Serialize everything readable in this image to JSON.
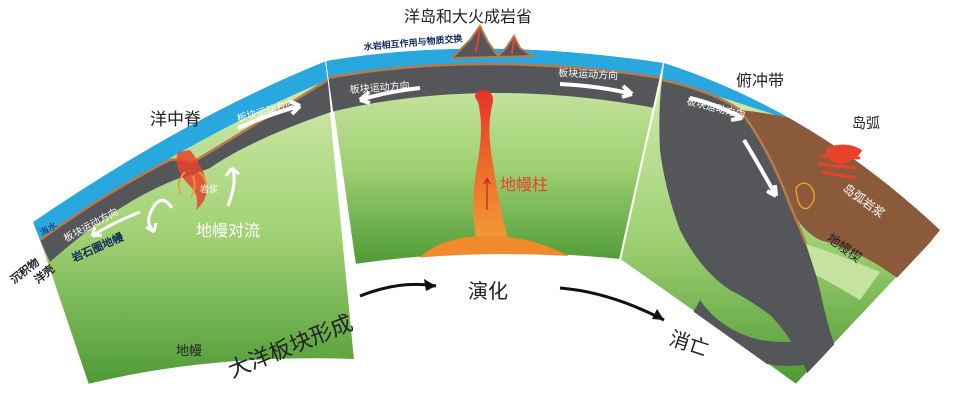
{
  "panels": {
    "ridge": {
      "title": "洋中脊",
      "plate_motion_right": "板块运动方向",
      "plate_motion_left": "板块运动方向",
      "seawater": "海水",
      "sediment": "沉积物",
      "oceanic_crust": "洋壳",
      "lithospheric_mantle": "岩石圈地幔",
      "magma": "岩浆",
      "convection": "地幔对流",
      "mantle": "地幔"
    },
    "plume": {
      "title": "洋岛和大火成岩省",
      "water_rock": "水岩相互作用与物质交换",
      "plate_motion_left": "板块运动方向",
      "plate_motion_right": "板块运动方向",
      "plume": "地幔柱"
    },
    "subduction": {
      "title": "俯冲带",
      "plate_motion": "板块运动方向",
      "island_arc": "岛弧",
      "arc_magma": "岛弧岩浆",
      "mantle_wedge": "地幔楔"
    }
  },
  "flow": {
    "formation": "大洋板块形成",
    "evolution": "演化",
    "demise": "消亡"
  },
  "colors": {
    "ocean": "#29a8e0",
    "lithosphere": "#55565a",
    "mantle_light": "#cfe7a9",
    "mantle_dark": "#5aa43a",
    "magma": "#e8432a",
    "plume": "#f08a2c",
    "arc_crust": "#8a5a3b"
  }
}
